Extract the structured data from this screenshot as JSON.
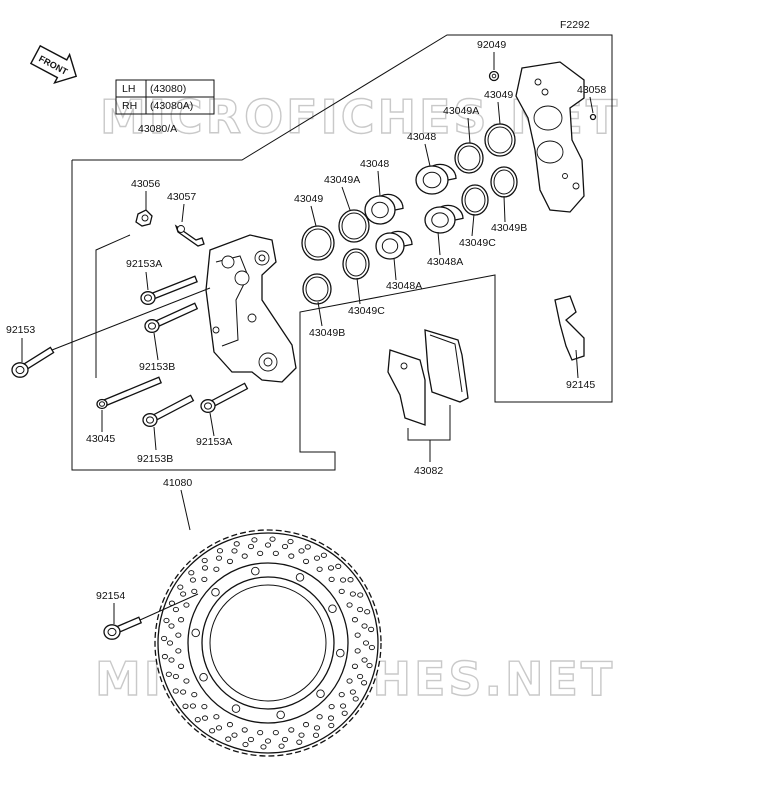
{
  "diagram": {
    "code": "F2292",
    "front_label": "FRONT",
    "watermark": "MICROFICHES.NET",
    "side_table": [
      {
        "side": "LH",
        "part": "(43080)"
      },
      {
        "side": "RH",
        "part": "(43080A)"
      }
    ],
    "assembly_label": "43080/A",
    "labels": {
      "p92049": "92049",
      "p43049_top": "43049",
      "p43058": "43058",
      "p43049A_right": "43049A",
      "p43048_right": "43048",
      "p43048_mid": "43048",
      "p43049A_mid": "43049A",
      "p43049_mid": "43049",
      "p43056": "43056",
      "p43057": "43057",
      "p43049B_right": "43049B",
      "p43049C_right": "43049C",
      "p43048A_right": "43048A",
      "p43048A_mid": "43048A",
      "p43049C_mid": "43049C",
      "p43049B_mid": "43049B",
      "p92153A_top": "92153A",
      "p92153": "92153",
      "p92153B_top": "92153B",
      "p43045": "43045",
      "p92153B_bot": "92153B",
      "p92153A_bot": "92153A",
      "p92145": "92145",
      "p43082": "43082",
      "p41080": "41080",
      "p92154": "92154"
    }
  }
}
